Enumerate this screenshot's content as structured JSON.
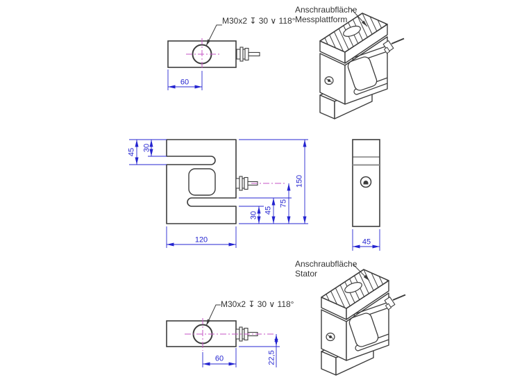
{
  "drawing_type": "technical-dimension-drawing",
  "subject": "S-type load cell, multi-view engineering drawing",
  "colors": {
    "line": "#3c3c3c",
    "dimension": "#2424d0",
    "centerline": "#c653c6",
    "background": "#ffffff"
  },
  "views": {
    "top_plan": {
      "thread_note": "M30x2 ↧ 30 ∨ 118°",
      "width_dim": "60"
    },
    "front": {
      "top_offset_dim": "30",
      "top_slot_dim": "45",
      "height_dim": "150",
      "cable_height_dim": "75",
      "bottom_slot_dim": "45",
      "bottom_offset_dim": "30",
      "width_dim": "120"
    },
    "side": {
      "depth_dim": "45"
    },
    "bottom_plan": {
      "thread_note": "M30x2 ↧ 30 ∨ 118°",
      "width_dim": "60",
      "cable_offset_dim": "22,5"
    },
    "iso_top": {
      "label_line1": "Anschraubfläche",
      "label_line2": "Messplattform"
    },
    "iso_bottom": {
      "label_line1": "Anschraubfläche",
      "label_line2": "Stator"
    }
  }
}
